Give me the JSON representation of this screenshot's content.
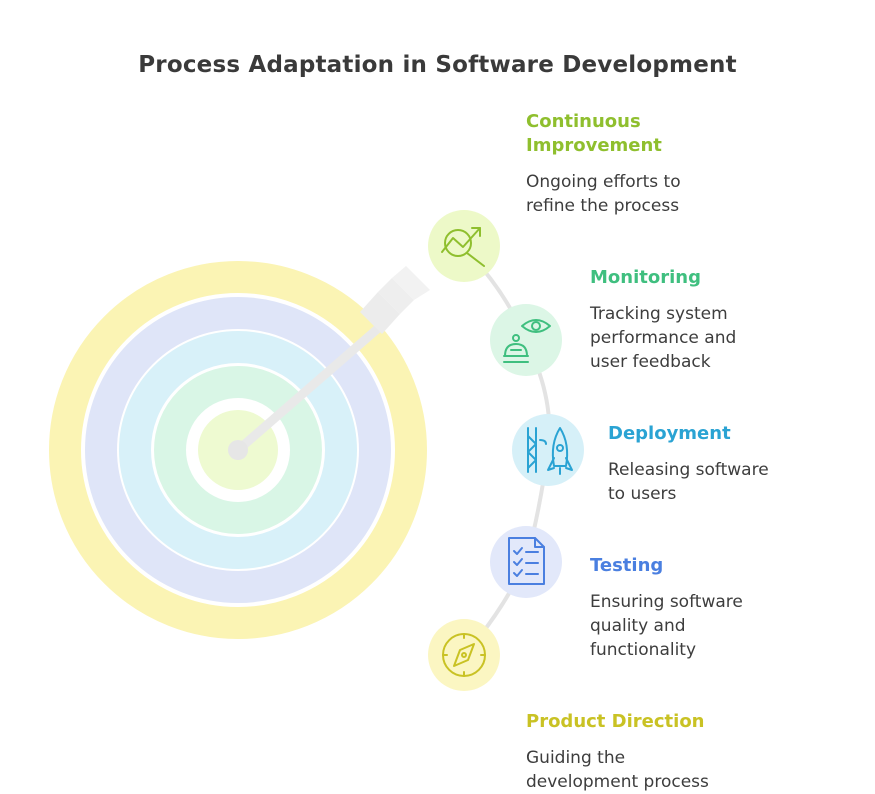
{
  "title": "Process Adaptation in Software Development",
  "colors": {
    "continuous_improvement": "#8fbf2e",
    "monitoring": "#3fbf7f",
    "deployment": "#2aa3d3",
    "testing": "#4a7fe0",
    "product_direction": "#c9c224"
  },
  "steps": [
    {
      "title": "Continuous\nImprovement",
      "description": "Ongoing efforts to\nrefine the process",
      "icon": "chart-magnifier-icon"
    },
    {
      "title": "Monitoring",
      "description": "Tracking system\nperformance and\nuser feedback",
      "icon": "eye-robot-icon"
    },
    {
      "title": "Deployment",
      "description": "Releasing software\nto users",
      "icon": "rocket-launch-icon"
    },
    {
      "title": "Testing",
      "description": "Ensuring software\nquality and\nfunctionality",
      "icon": "checklist-icon"
    },
    {
      "title": "Product Direction",
      "description": "Guiding the\ndevelopment process",
      "icon": "compass-icon"
    }
  ]
}
